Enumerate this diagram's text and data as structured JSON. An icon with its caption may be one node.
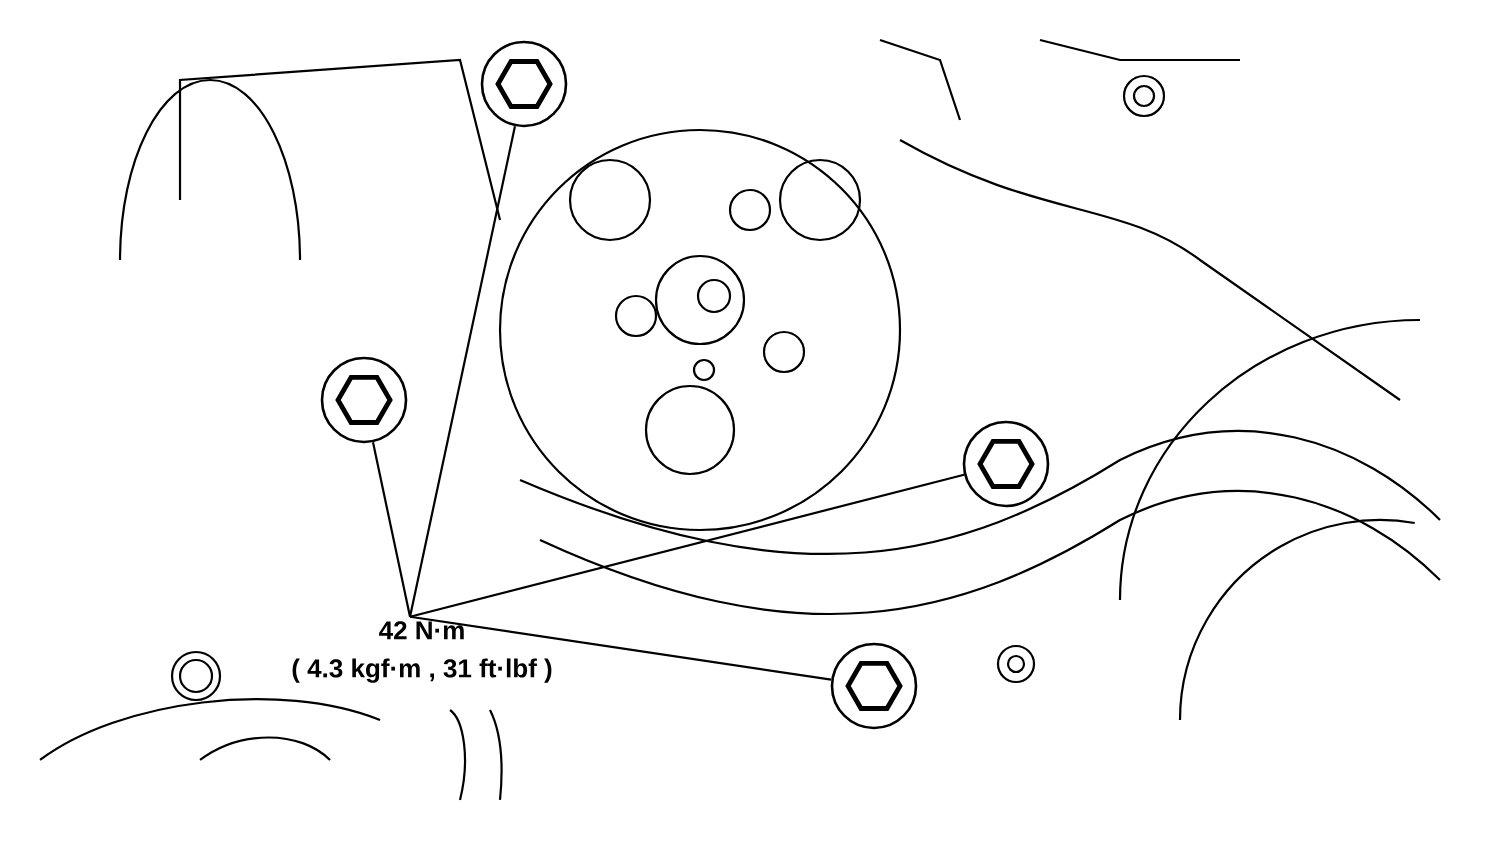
{
  "diagram": {
    "nodes": [
      {
        "text": [
          "42 N·m",
          "( 4.3 kgf·m , 31 ft·lbf )"
        ]
      },
      {
        "text": [],
        "shape": "bolt"
      },
      {
        "text": [],
        "shape": "bolt"
      },
      {
        "text": [],
        "shape": "bolt"
      },
      {
        "text": [],
        "shape": "bolt"
      }
    ],
    "edges": [
      {
        "from": 0,
        "to": 1,
        "arrow": "none"
      },
      {
        "from": 0,
        "to": 2,
        "arrow": "none"
      },
      {
        "from": 0,
        "to": 3,
        "arrow": "none"
      },
      {
        "from": 0,
        "to": 4,
        "arrow": "none"
      }
    ]
  }
}
